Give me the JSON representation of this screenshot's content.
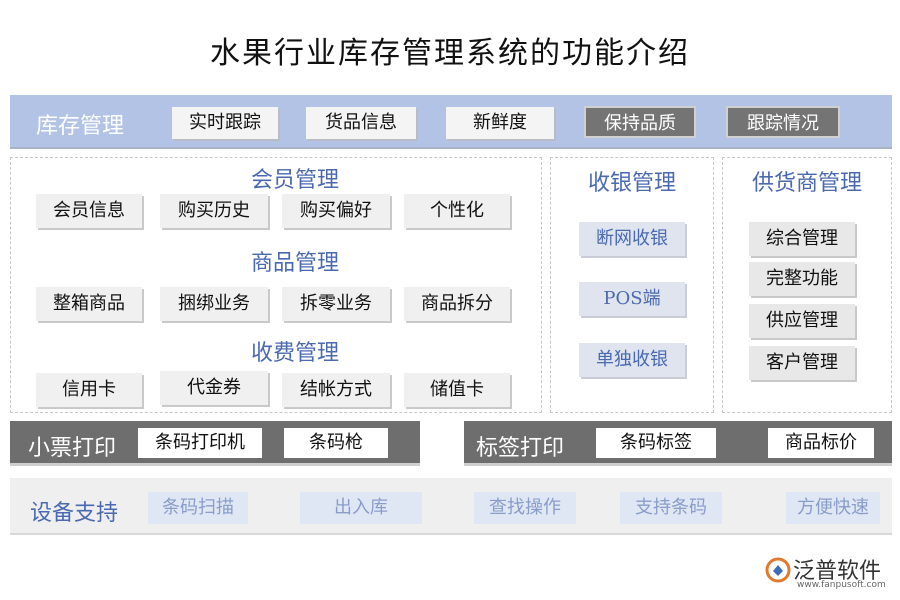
{
  "title": "水果行业库存管理系统的功能介绍",
  "inventory": {
    "label": "库存管理",
    "items": [
      "实时跟踪",
      "货品信息",
      "新鲜度"
    ],
    "highlight_items": [
      "保持品质",
      "跟踪情况"
    ]
  },
  "member": {
    "title": "会员管理",
    "items": [
      "会员信息",
      "购买历史",
      "购买偏好",
      "个性化"
    ]
  },
  "goods": {
    "title": "商品管理",
    "items": [
      "整箱商品",
      "捆绑业务",
      "拆零业务",
      "商品拆分"
    ]
  },
  "fees": {
    "title": "收费管理",
    "items": [
      "信用卡",
      "代金券",
      "结帐方式",
      "储值卡"
    ]
  },
  "cashier": {
    "title": "收银管理",
    "items": [
      "断网收银",
      "POS端",
      "单独收银"
    ]
  },
  "supplier": {
    "title": "供货商管理",
    "items": [
      "综合管理",
      "完整功能",
      "供应管理",
      "客户管理"
    ]
  },
  "receipt": {
    "label": "小票打印",
    "items": [
      "条码打印机",
      "条码枪"
    ]
  },
  "label_print": {
    "label": "标签打印",
    "items": [
      "条码标签",
      "商品标价"
    ]
  },
  "equipment": {
    "label": "设备支持",
    "items": [
      "条码扫描",
      "出入库",
      "查找操作",
      "支持条码",
      "方便快速"
    ]
  },
  "logo": {
    "name": "泛普软件",
    "url": "www.fanpusoft.com"
  },
  "colors": {
    "top_band": "#b3c3e6",
    "accent_blue": "#4a69b1",
    "dark_gray": "#6e6e6e",
    "light_band": "#efefef"
  }
}
